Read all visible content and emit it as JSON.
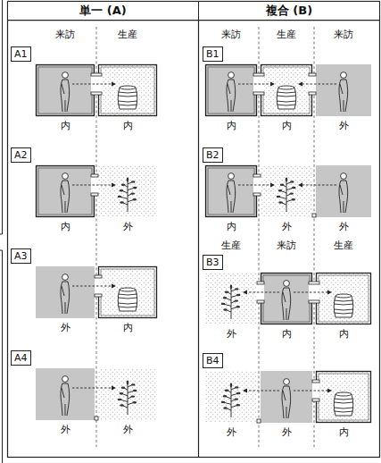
{
  "diagram": {
    "nodes": [
      {
        "text": [
          "単一 (A)"
        ]
      },
      {
        "text": [
          "複合 (B)"
        ]
      },
      {
        "text": [
          "A1"
        ]
      },
      {
        "text": [
          "A2"
        ]
      },
      {
        "text": [
          "A3"
        ]
      },
      {
        "text": [
          "A4"
        ]
      },
      {
        "text": [
          "B1"
        ]
      },
      {
        "text": [
          "B2"
        ]
      },
      {
        "text": [
          "B3"
        ]
      },
      {
        "text": [
          "B4"
        ]
      }
    ],
    "labels": [
      "来訪",
      "生産",
      "内",
      "内",
      "内",
      "外",
      "外",
      "内",
      "外",
      "外",
      "来訪",
      "生産",
      "来訪",
      "内",
      "内",
      "外",
      "内",
      "外",
      "外",
      "生産",
      "来訪",
      "生産",
      "外",
      "内",
      "内",
      "外",
      "外",
      "内"
    ]
  }
}
